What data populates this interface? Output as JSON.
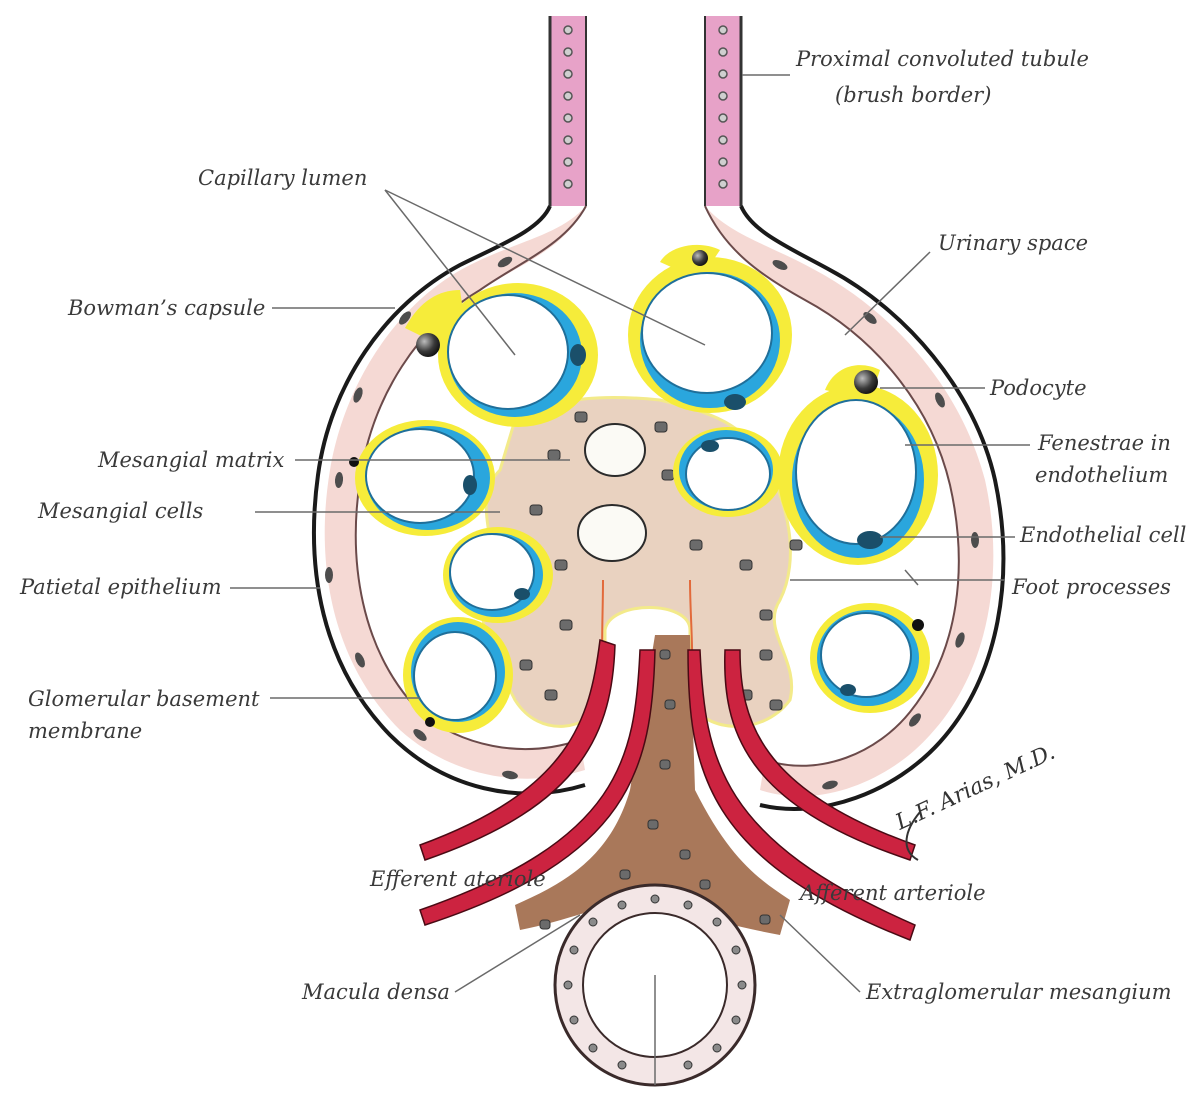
{
  "labels": {
    "proximal_tubule_1": "Proximal convoluted tubule",
    "proximal_tubule_2": "(brush border)",
    "capillary_lumen": "Capillary lumen",
    "urinary_space": "Urinary space",
    "bowmans_capsule": "Bowman’s capsule",
    "podocyte": "Podocyte",
    "fenestrae_1": "Fenestrae in",
    "fenestrae_2": "endothelium",
    "mesangial_matrix": "Mesangial matrix",
    "mesangial_cells": "Mesangial cells",
    "endothelial_cell": "Endothelial cell",
    "parietal_epithelium": "Patietal epithelium",
    "foot_processes": "Foot processes",
    "gbm_1": "Glomerular basement",
    "gbm_2": "membrane",
    "efferent": "Efferent ateriole",
    "afferent": "Afferent arteriole",
    "macula_densa": "Macula densa",
    "extraglomerular": "Extraglomerular mesangium"
  },
  "signature": "L.F. Arias, M.D.",
  "colors": {
    "tubule_brush_border": "#e7a2c8",
    "capsule_cells": "#f5d9d4",
    "podocyte_yellow": "#f6ec3a",
    "endothelial_blue": "#2aa6dd",
    "mesangium": "#e9d2c0",
    "extraglomerular": "#a9785a",
    "arteriole_red": "#cc2340"
  }
}
